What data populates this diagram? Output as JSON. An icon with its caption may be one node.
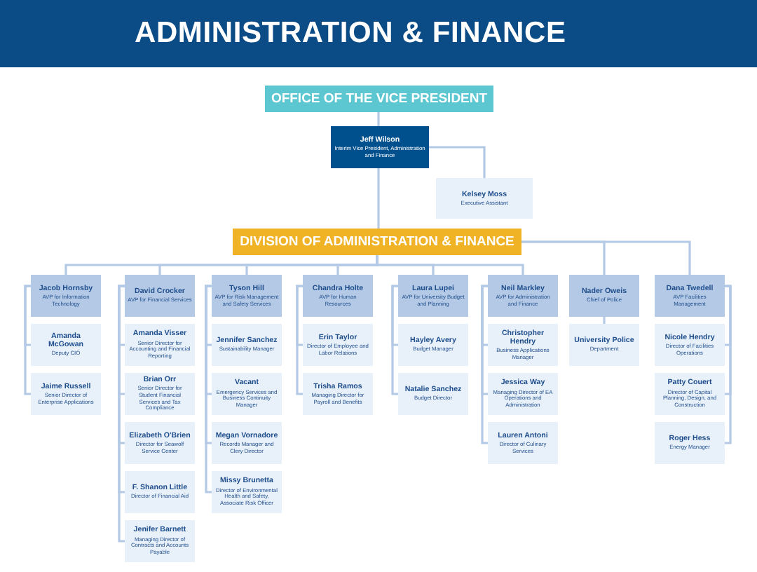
{
  "diagram": {
    "title": "ADMINISTRATION & FINANCE",
    "nodes": [
      {
        "text": [
          "OFFICE OF THE VICE PRESIDENT"
        ]
      },
      {
        "text": [
          "Jeff Wilson",
          "Interim Vice President, Administration and Finance"
        ]
      },
      {
        "text": [
          "Kelsey Moss",
          "Executive Assistant"
        ]
      },
      {
        "text": [
          "DIVISION OF ADMINISTRATION & FINANCE"
        ]
      },
      {
        "text": [
          "Jacob Hornsby",
          "AVP for Information Technology"
        ]
      },
      {
        "text": [
          "Amanda McGowan",
          "Deputy CIO"
        ]
      },
      {
        "text": [
          "Jaime Russell",
          "Senior Director of Enterprise Applications"
        ]
      },
      {
        "text": [
          "David Crocker",
          "AVP for Financial Services"
        ]
      },
      {
        "text": [
          "Amanda Visser",
          "Senior Director for Accounting and Financial Reporting"
        ]
      },
      {
        "text": [
          "Brian Orr",
          "Senior Director for Student Financial Services and Tax Compliance"
        ]
      },
      {
        "text": [
          "Elizabeth O'Brien",
          "Director for Seawolf Service Center"
        ]
      },
      {
        "text": [
          "F. Shanon Little",
          "Director of Financial Aid"
        ]
      },
      {
        "text": [
          "Jenifer Barnett",
          "Managing Director of Contracts and Accounts Payable"
        ]
      },
      {
        "text": [
          "Tyson Hill",
          "AVP for Risk Management and Safety Services"
        ]
      },
      {
        "text": [
          "Jennifer Sanchez",
          "Sustainability Manager"
        ]
      },
      {
        "text": [
          "Vacant",
          "Emergency Services and Business Continuity Manager"
        ]
      },
      {
        "text": [
          "Megan Vornadore",
          "Records Manager and Clery Director"
        ]
      },
      {
        "text": [
          "Missy Brunetta",
          "Director of Environmental Health and Safety, Associate Risk Officer"
        ]
      },
      {
        "text": [
          "Chandra Holte",
          "AVP for Human Resources"
        ]
      },
      {
        "text": [
          "Erin Taylor",
          "Director of Employee and Labor Relations"
        ]
      },
      {
        "text": [
          "Trisha Ramos",
          "Managing Director for Payroll and Benefits"
        ]
      },
      {
        "text": [
          "Laura Lupei",
          "AVP for University Budget and Planning"
        ]
      },
      {
        "text": [
          "Hayley Avery",
          "Budget Manager"
        ]
      },
      {
        "text": [
          "Natalie Sanchez",
          "Budget Director"
        ]
      },
      {
        "text": [
          "Neil Markley",
          "AVP for Administration and Finance"
        ]
      },
      {
        "text": [
          "Christopher Hendry",
          "Business Applications Manager"
        ]
      },
      {
        "text": [
          "Jessica Way",
          "Managing Director of EA Operations and Administration"
        ]
      },
      {
        "text": [
          "Lauren Antoni",
          "Director of Culinary Services"
        ]
      },
      {
        "text": [
          "Nader Oweis",
          "Chief of Police"
        ]
      },
      {
        "text": [
          "University Police",
          "Department"
        ]
      },
      {
        "text": [
          "Dana Twedell",
          "AVP Facilities Management"
        ]
      },
      {
        "text": [
          "Nicole Hendry",
          "Director of Facilities Operations"
        ]
      },
      {
        "text": [
          "Patty Couert",
          "Director of Capital Planning, Design, and Construction"
        ]
      },
      {
        "text": [
          "Roger Hess",
          "Energy Manager"
        ]
      }
    ],
    "edges": [
      {
        "from": 0,
        "to": 1,
        "arrow": "none"
      },
      {
        "from": 1,
        "to": 2,
        "arrow": "none"
      },
      {
        "from": 1,
        "to": 3,
        "arrow": "none"
      },
      {
        "from": 3,
        "to": 4,
        "arrow": "none"
      },
      {
        "from": 3,
        "to": 7,
        "arrow": "none"
      },
      {
        "from": 3,
        "to": 13,
        "arrow": "none"
      },
      {
        "from": 3,
        "to": 18,
        "arrow": "none"
      },
      {
        "from": 3,
        "to": 21,
        "arrow": "none"
      },
      {
        "from": 3,
        "to": 24,
        "arrow": "none"
      },
      {
        "from": 3,
        "to": 28,
        "arrow": "none"
      },
      {
        "from": 3,
        "to": 30,
        "arrow": "none"
      },
      {
        "from": 4,
        "to": 5,
        "arrow": "none"
      },
      {
        "from": 4,
        "to": 6,
        "arrow": "none"
      },
      {
        "from": 7,
        "to": 8,
        "arrow": "none"
      },
      {
        "from": 7,
        "to": 9,
        "arrow": "none"
      },
      {
        "from": 7,
        "to": 10,
        "arrow": "none"
      },
      {
        "from": 7,
        "to": 11,
        "arrow": "none"
      },
      {
        "from": 7,
        "to": 12,
        "arrow": "none"
      },
      {
        "from": 13,
        "to": 14,
        "arrow": "none"
      },
      {
        "from": 13,
        "to": 15,
        "arrow": "none"
      },
      {
        "from": 13,
        "to": 16,
        "arrow": "none"
      },
      {
        "from": 13,
        "to": 17,
        "arrow": "none"
      },
      {
        "from": 18,
        "to": 19,
        "arrow": "none"
      },
      {
        "from": 18,
        "to": 20,
        "arrow": "none"
      },
      {
        "from": 21,
        "to": 22,
        "arrow": "none"
      },
      {
        "from": 21,
        "to": 23,
        "arrow": "none"
      },
      {
        "from": 24,
        "to": 25,
        "arrow": "none"
      },
      {
        "from": 24,
        "to": 26,
        "arrow": "none"
      },
      {
        "from": 24,
        "to": 27,
        "arrow": "none"
      },
      {
        "from": 28,
        "to": 29,
        "arrow": "none"
      },
      {
        "from": 30,
        "to": 31,
        "arrow": "none"
      },
      {
        "from": 30,
        "to": 32,
        "arrow": "none"
      },
      {
        "from": 30,
        "to": 33,
        "arrow": "none"
      }
    ]
  }
}
